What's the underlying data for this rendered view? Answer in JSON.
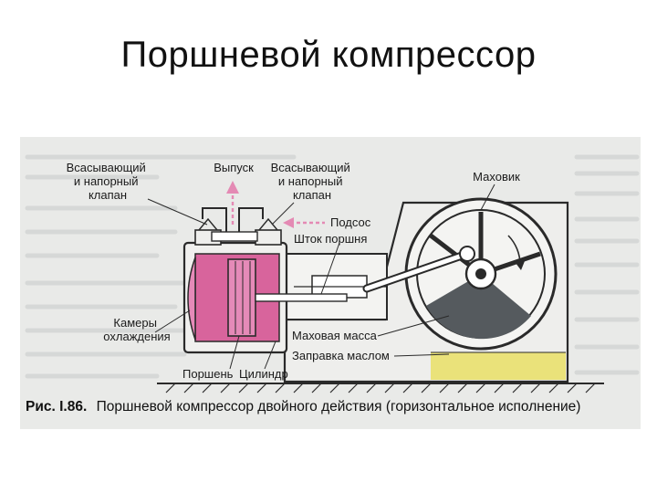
{
  "title": "Поршневой компрессор",
  "diagram": {
    "labels": {
      "intake_valve_left": [
        "Всасывающий",
        "и напорный",
        "клапан"
      ],
      "exhaust": "Выпуск",
      "intake_valve_right": [
        "Всасывающий",
        "и напорный",
        "клапан"
      ],
      "suction": "Подсос",
      "piston_rod": "Шток поршня",
      "flywheel": "Маховик",
      "cooling_chambers": [
        "Камеры",
        "охлаждения"
      ],
      "piston": "Поршень",
      "cylinder": "Цилиндр",
      "flywheel_mass": "Маховая масса",
      "oil_fill": "Заправка маслом"
    },
    "caption": {
      "prefix": "Рис. I.86.",
      "text": "Поршневой компрессор двойного действия (горизонтальное исполнение)"
    },
    "colors": {
      "cylinder_pink": "#d8649c",
      "piston_pink": "#e58ab8",
      "oil_yellow": "#eae27a",
      "flywheel_gray": "#555a5e",
      "line": "#2a2a2a",
      "paper": "#e9eae8",
      "arrow_pink": "#e48ab4"
    }
  }
}
